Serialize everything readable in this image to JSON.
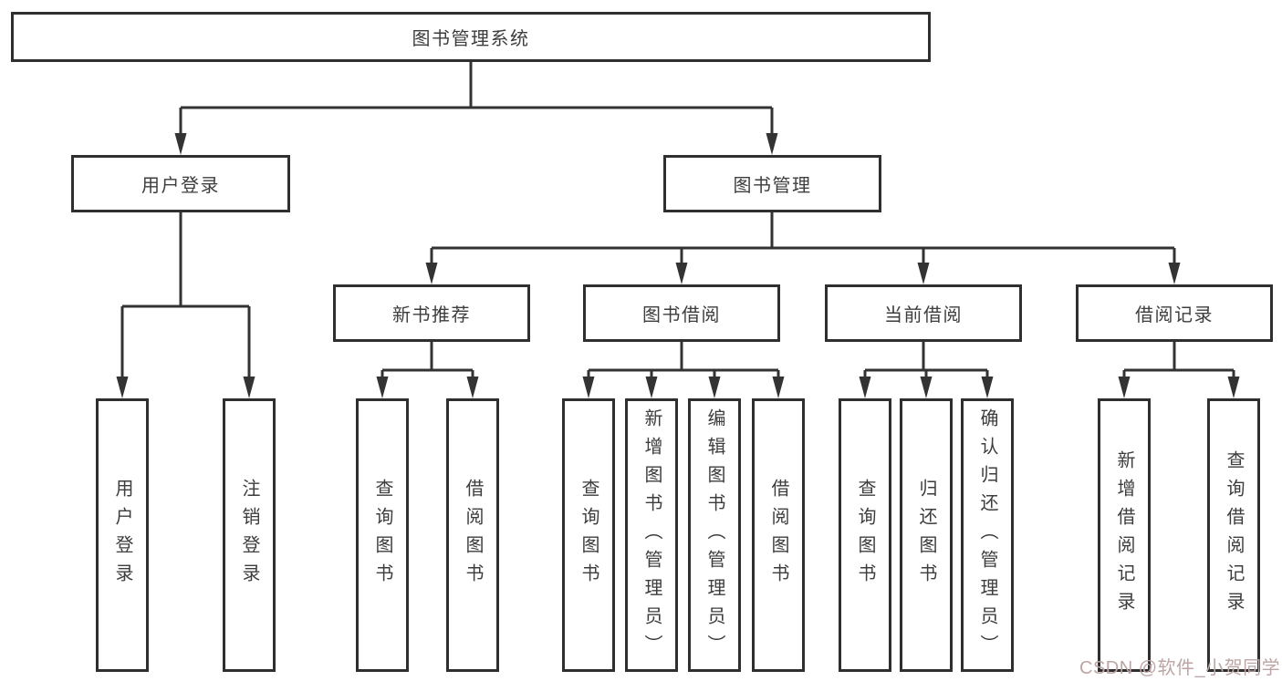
{
  "page": {
    "background": "#ffffff"
  },
  "colors": {
    "line": "#333333",
    "box_border": "#2f2f2f",
    "text": "#3d3d3d",
    "watermark": "#bda5a5"
  },
  "watermark": {
    "text": "CSDN @软件_小贺同学"
  },
  "tree": {
    "root": {
      "label": "图书管理系统"
    },
    "level2": [
      {
        "label": "用户登录"
      },
      {
        "label": "图书管理"
      }
    ],
    "level3": [
      {
        "label": "新书推荐"
      },
      {
        "label": "图书借阅"
      },
      {
        "label": "当前借阅"
      },
      {
        "label": "借阅记录"
      }
    ],
    "leaves": {
      "login": [
        {
          "label": "用户登录"
        },
        {
          "label": "注销登录"
        }
      ],
      "new_book": [
        {
          "label": "查询图书"
        },
        {
          "label": "借阅图书"
        }
      ],
      "book_borrow": [
        {
          "label": "查询图书"
        },
        {
          "label": "新增图书（管理员）"
        },
        {
          "label": "编辑图书（管理员）"
        },
        {
          "label": "借阅图书"
        }
      ],
      "current_borrow": [
        {
          "label": "查询图书"
        },
        {
          "label": "归还图书"
        },
        {
          "label": "确认归还（管理员）"
        }
      ],
      "borrow_records": [
        {
          "label": "新增借阅记录"
        },
        {
          "label": "查询借阅记录"
        }
      ]
    }
  }
}
